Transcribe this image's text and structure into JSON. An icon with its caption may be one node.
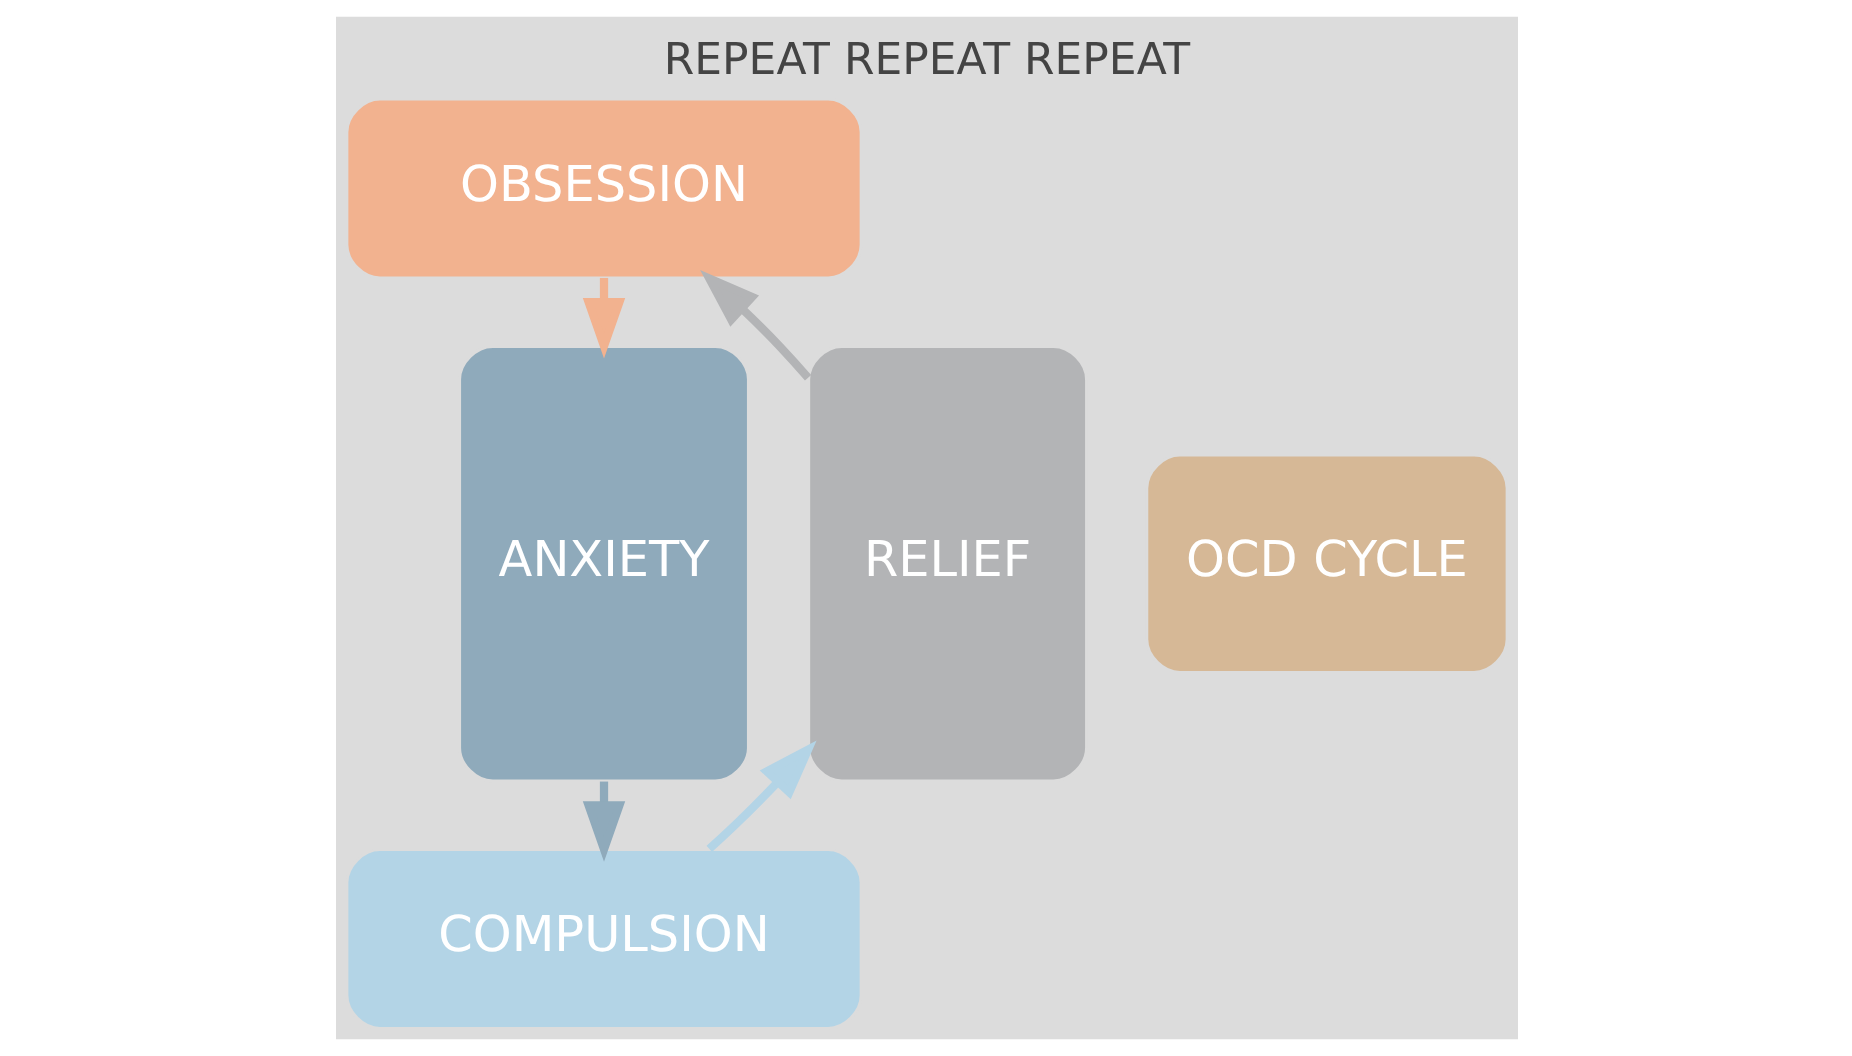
{
  "diagram": {
    "title": "REPEAT REPEAT REPEAT",
    "nodes": [
      {
        "text": [
          "OBSESSION"
        ]
      },
      {
        "text": [
          "RELIEF"
        ]
      },
      {
        "text": [
          "OCD CYCLE"
        ]
      },
      {
        "text": [
          "ANXIETY"
        ]
      },
      {
        "text": [
          "COMPULSION"
        ]
      }
    ],
    "edges": [
      {
        "from": 0,
        "to": 3,
        "arrow": "to",
        "color": "#f2b28f"
      },
      {
        "from": 3,
        "to": 4,
        "arrow": "to",
        "color": "#8faabb"
      },
      {
        "from": 4,
        "to": 1,
        "arrow": "to",
        "color": "#b3d4e6"
      },
      {
        "from": 1,
        "to": 0,
        "arrow": "to",
        "color": "#b3b4b6"
      }
    ]
  }
}
